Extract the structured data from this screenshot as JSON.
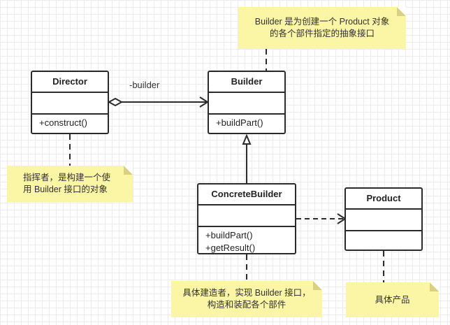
{
  "classes": {
    "director": {
      "name": "Director",
      "operations": [
        "+construct()"
      ]
    },
    "builder": {
      "name": "Builder",
      "operations": [
        "+buildPart()"
      ]
    },
    "concrete_builder": {
      "name": "ConcreteBuilder",
      "operations": [
        "+buildPart()",
        "+getResult()"
      ]
    },
    "product": {
      "name": "Product",
      "operations": []
    }
  },
  "relations": {
    "director_builder_role": "-builder"
  },
  "notes": {
    "builder": [
      "Builder 是为创建一个 Product 对象",
      "的各个部件指定的抽象接口"
    ],
    "director": [
      "指挥者，是构建一个使",
      "用 Builder 接口的对象"
    ],
    "concrete_builder": [
      "具体建造者，实现 Builder 接口，",
      "构造和装配各个部件"
    ],
    "product": [
      "具体产品"
    ]
  },
  "colors": {
    "line": "#2b2b2b",
    "note_fill": "#fbf5a6"
  }
}
